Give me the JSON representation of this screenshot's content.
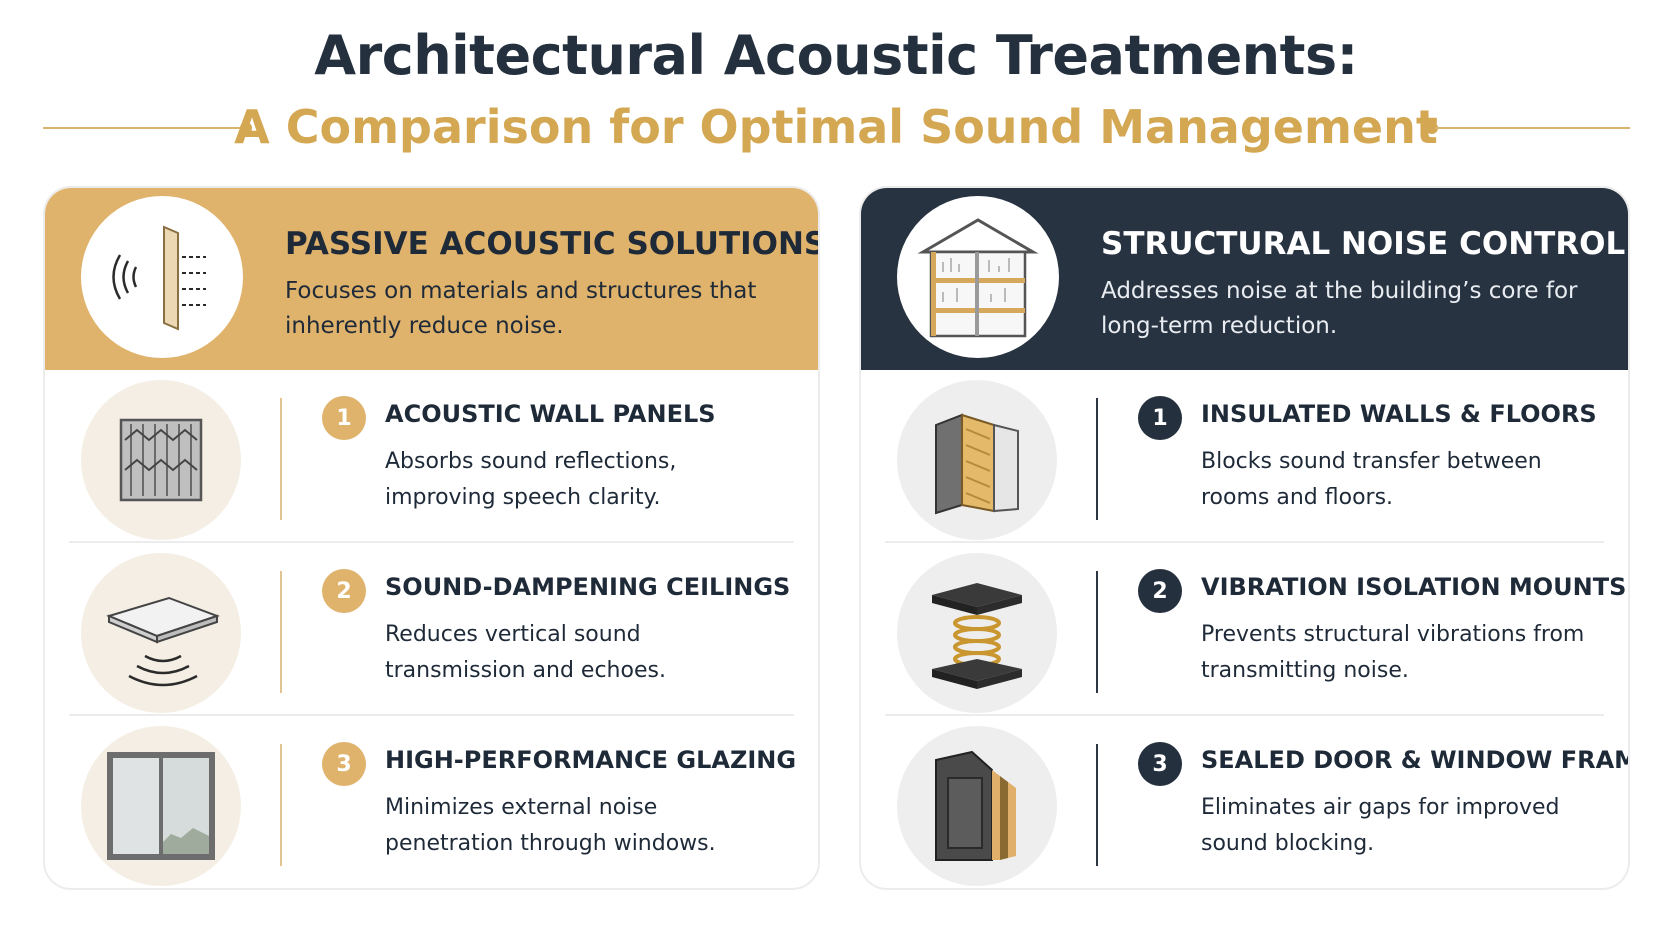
{
  "title": "Architectural Acoustic Treatments:",
  "subtitle": "A Comparison for Optimal Sound Management",
  "colors": {
    "gold": "#e0b36c",
    "navy": "#283341",
    "text": "#1f2a38"
  },
  "panels": [
    {
      "title": "PASSIVE ACOUSTIC SOLUTIONS",
      "description": "Focuses on materials and structures that inherently reduce noise.",
      "icon": "sound-absorbing-panel-icon",
      "items": [
        {
          "number": "1",
          "title": "ACOUSTIC WALL PANELS",
          "description": "Absorbs sound reflections, improving speech clarity.",
          "icon": "wall-panel-icon"
        },
        {
          "number": "2",
          "title": "SOUND-DAMPENING CEILINGS",
          "description": "Reduces vertical sound transmission and echoes.",
          "icon": "ceiling-tile-icon"
        },
        {
          "number": "3",
          "title": "HIGH-PERFORMANCE GLAZING",
          "description": "Minimizes external noise penetration through windows.",
          "icon": "window-icon"
        }
      ]
    },
    {
      "title": "STRUCTURAL NOISE CONTROL",
      "description": "Addresses noise at the building’s core for long-term reduction.",
      "icon": "building-section-icon",
      "items": [
        {
          "number": "1",
          "title": "INSULATED WALLS & FLOORS",
          "description": "Blocks sound transfer between rooms and floors.",
          "icon": "insulated-wall-icon"
        },
        {
          "number": "2",
          "title": "VIBRATION ISOLATION MOUNTS",
          "description": "Prevents structural vibrations from transmitting noise.",
          "icon": "spring-mount-icon"
        },
        {
          "number": "3",
          "title": "SEALED DOOR & WINDOW FRAMES",
          "description": "Eliminates air gaps for improved sound blocking.",
          "icon": "sealed-frame-icon"
        }
      ]
    }
  ]
}
